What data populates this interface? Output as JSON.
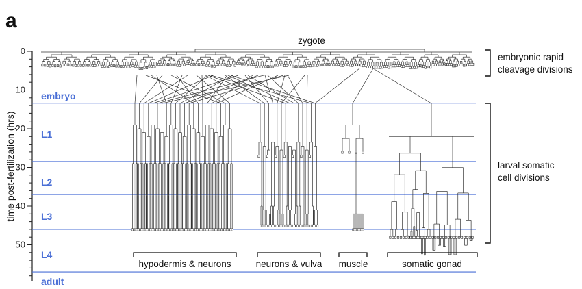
{
  "panel_label": "a",
  "root_label": "zygote",
  "axis": {
    "title": "time post-fertilization (hrs)",
    "ticks": [
      "0",
      "10",
      "20",
      "30",
      "40",
      "50"
    ],
    "range": [
      0,
      58
    ]
  },
  "stage_color": "#4a6fd6",
  "stages": [
    {
      "name": "embryo",
      "boundary_hrs": 13.4
    },
    {
      "name": "L1",
      "boundary_hrs": 28.5
    },
    {
      "name": "L2",
      "boundary_hrs": 37.0
    },
    {
      "name": "L3",
      "boundary_hrs": 46.0
    },
    {
      "name": "L4",
      "boundary_hrs": 57.0
    },
    {
      "name": "adult",
      "boundary_hrs": null
    }
  ],
  "side_annotations": [
    {
      "line1": "embryonic rapid",
      "line2": "cleavage divisions"
    },
    {
      "line1": "larval somatic",
      "line2": "cell divisions"
    }
  ],
  "groups": [
    {
      "label": "hypodermis & neurons"
    },
    {
      "label": "neurons & vulva"
    },
    {
      "label": "muscle"
    },
    {
      "label": "somatic gonad"
    }
  ]
}
